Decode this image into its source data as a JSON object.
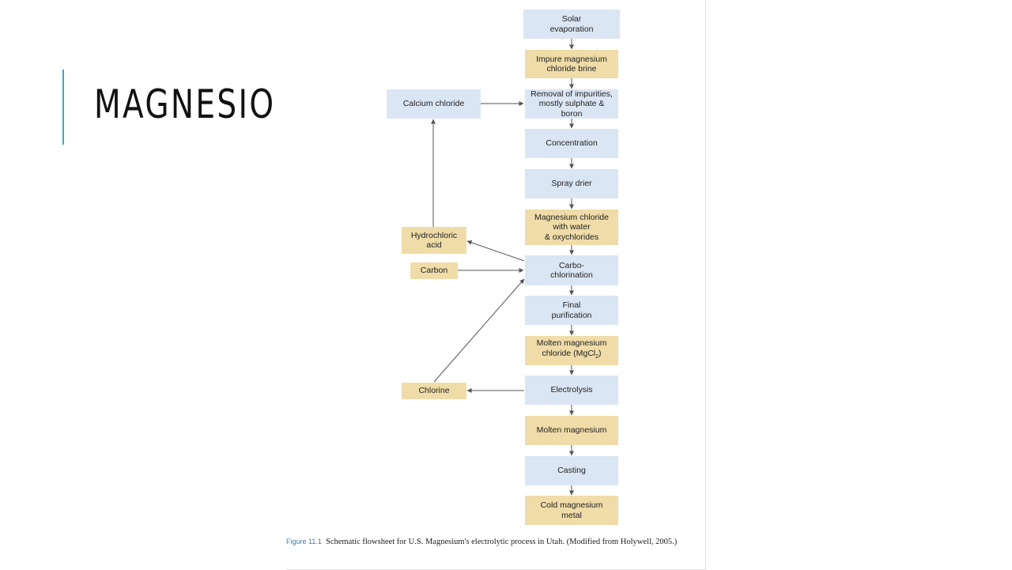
{
  "slide": {
    "title": "MAGNESIO"
  },
  "flowsheet": {
    "nodes": {
      "solar_evaporation": "Solar\nevaporation",
      "impure_brine": "Impure magnesium\nchloride brine",
      "removal_impurities": "Removal of impurities,\nmostly sulphate & boron",
      "calcium_chloride": "Calcium chloride",
      "concentration": "Concentration",
      "spray_drier": "Spray drier",
      "mgcl_water": "Magnesium chloride\nwith water\n& oxychlorides",
      "hydrochloric_acid": "Hydrochloric\nacid",
      "carbon": "Carbon",
      "carbo_chlorination": "Carbo-\nchlorination",
      "final_purification": "Final\npurification",
      "molten_mgcl2_line1": "Molten magnesium",
      "molten_mgcl2_line2_prefix": "chloride (MgCl",
      "molten_mgcl2_sub": "2",
      "molten_mgcl2_suffix": ")",
      "chlorine": "Chlorine",
      "electrolysis": "Electrolysis",
      "molten_magnesium": "Molten magnesium",
      "casting": "Casting",
      "cold_magnesium": "Cold magnesium\nmetal"
    },
    "colors": {
      "process": "#dbe6f4",
      "material": "#f0dca8",
      "arrow": "#555555"
    }
  },
  "caption": {
    "label": "Figure 11.1",
    "text": "Schematic flowsheet for U.S. Magnesium's electrolytic process in Utah. (Modified from Holywell, 2005.)"
  }
}
